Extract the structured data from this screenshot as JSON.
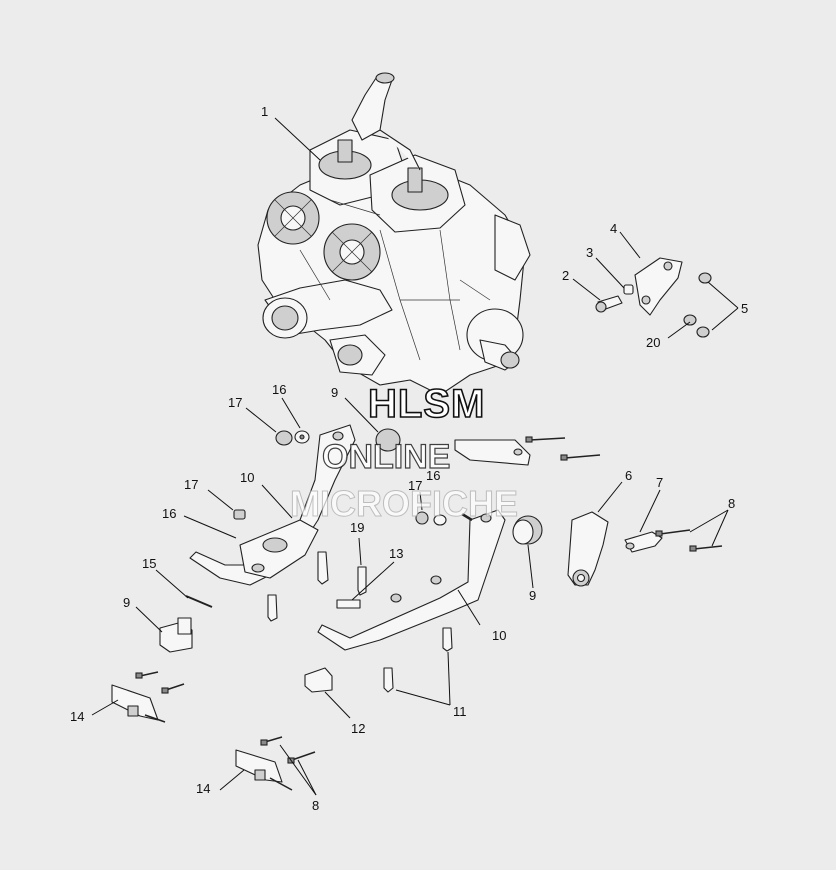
{
  "watermark": {
    "line1": "HLSM",
    "line2": "ONLINE",
    "line3": "MICROFICHE"
  },
  "callouts": [
    "1",
    "2",
    "3",
    "4",
    "5",
    "20",
    "9",
    "16",
    "17",
    "16",
    "10",
    "17",
    "16",
    "15",
    "9",
    "14",
    "19",
    "13",
    "17",
    "6",
    "7",
    "8",
    "9",
    "10",
    "11",
    "12",
    "14",
    "8"
  ]
}
